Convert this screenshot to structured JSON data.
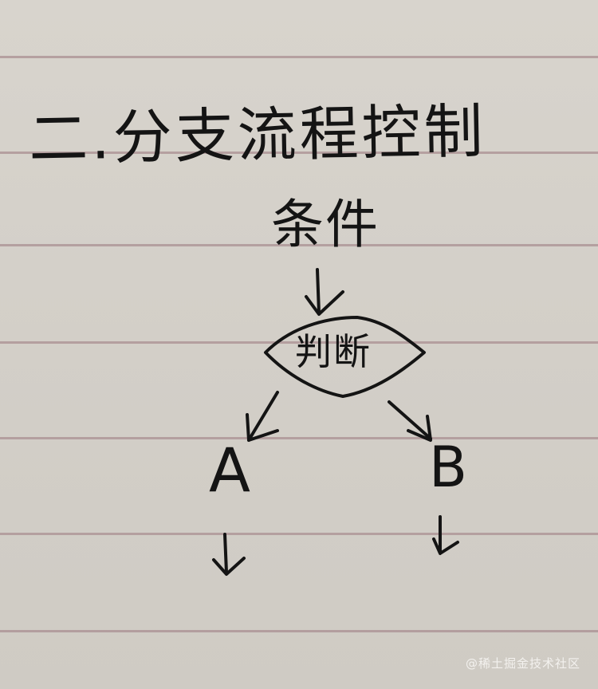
{
  "title": "二.分支流程控制",
  "nodes": {
    "condition": "条件",
    "decision": "判断",
    "branch_a": "A",
    "branch_b": "B"
  },
  "watermark": "@稀土掘金技术社区",
  "colors": {
    "paper": "#d6d2cb",
    "ruled_line": "#a98f91",
    "ink": "#141414"
  }
}
